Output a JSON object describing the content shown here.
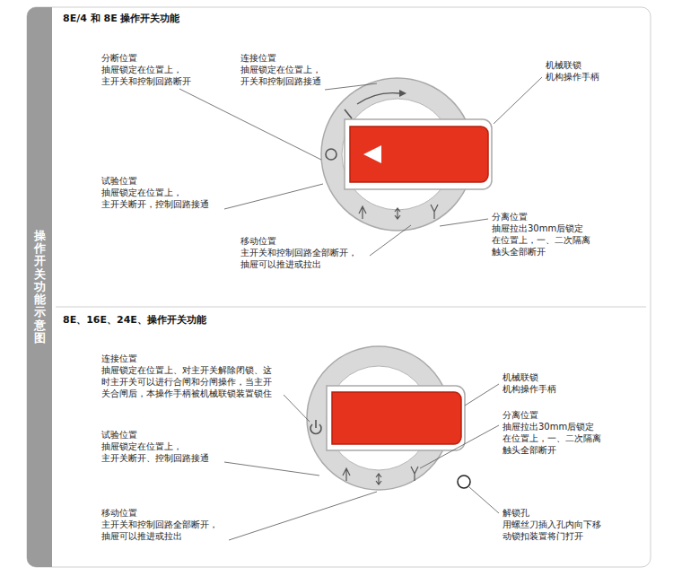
{
  "diagram": {
    "nodes": [
      {
        "text": [
          "操作开关功能示意图"
        ]
      }
    ],
    "labels": [
      "8E/4 和 8E 操作开关功能",
      "分断位置",
      "抽屉锁定在位置上， 主开关和控制回路断开",
      "连接位置",
      "抽屉锁定在位置上， 开关和控制回路接通",
      "机械联锁",
      "机构操作手柄",
      "试验位置",
      "抽屉锁定在位置上， 主开关断开，控制回路接通",
      "移动位置",
      "主开关和控制回路全部断开， 抽屉可以推进或拉出",
      "分离位置",
      "抽屉拉出30mm后锁定 在位置上，一、二次隔离 触头全部断开",
      "8E、16E、24E、操作开关功能",
      "连接位置",
      "抽屉锁定在位置上、对主开关解除闭锁、这 时主开关可以进行合闸和分闸操作，当主开 关合闸后，本操作手柄被机械联锁装置锁住",
      "机械联锁",
      "机构操作手柄",
      "分离位置",
      "抽屉拉出30mm后锁定 在位置上，一、二次隔离 触头全部断开",
      "试验位置",
      "抽屉锁定在位置上， 主开关断开、控制回路接通",
      "移动位置",
      "主开关和控制回路全部断开， 抽屉可以推进或拉出",
      "解锁孔",
      "用螺丝刀插入孔内向下移 动锁扣装置将门打开"
    ]
  }
}
